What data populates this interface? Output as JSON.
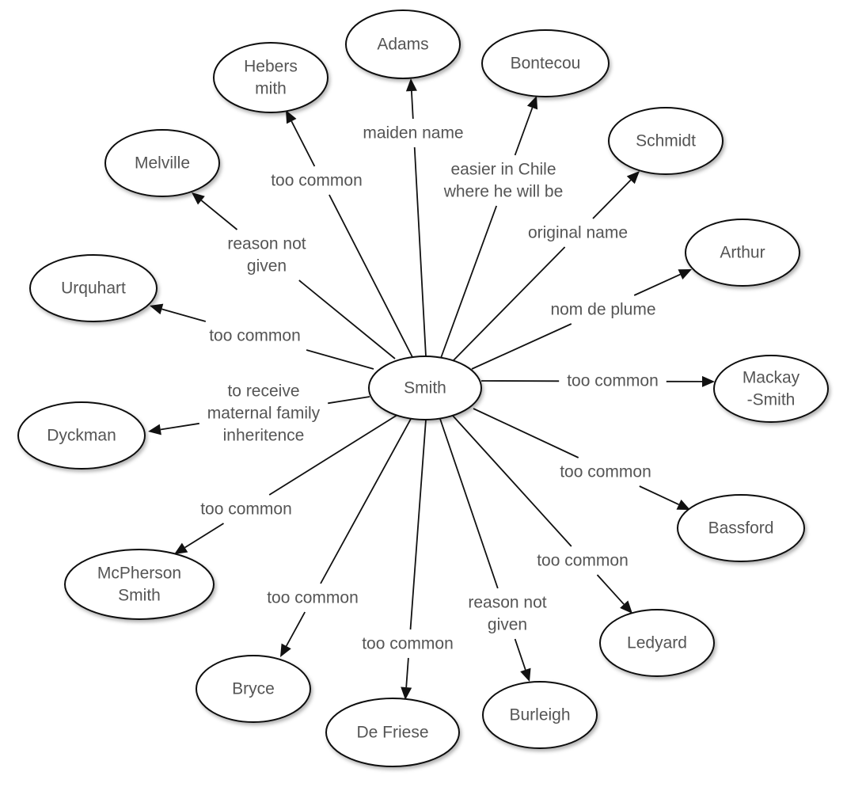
{
  "diagram": {
    "center": {
      "id": "smith",
      "lines": [
        "Smith"
      ]
    },
    "nodes": [
      {
        "id": "adams",
        "lines": [
          "Adams"
        ],
        "relation": [
          "maiden name"
        ]
      },
      {
        "id": "bontecou",
        "lines": [
          "Bontecou"
        ],
        "relation": [
          "easier in Chile",
          "where he will be"
        ]
      },
      {
        "id": "schmidt",
        "lines": [
          "Schmidt"
        ],
        "relation": [
          "original name"
        ]
      },
      {
        "id": "arthur",
        "lines": [
          "Arthur"
        ],
        "relation": [
          "nom de plume"
        ]
      },
      {
        "id": "mackay-smith",
        "lines": [
          "Mackay",
          "-Smith"
        ],
        "relation": [
          "too common"
        ]
      },
      {
        "id": "bassford",
        "lines": [
          "Bassford"
        ],
        "relation": [
          "too common"
        ]
      },
      {
        "id": "ledyard",
        "lines": [
          "Ledyard"
        ],
        "relation": [
          "too common"
        ]
      },
      {
        "id": "burleigh",
        "lines": [
          "Burleigh"
        ],
        "relation": [
          "reason not",
          "given"
        ]
      },
      {
        "id": "de-friese",
        "lines": [
          "De Friese"
        ],
        "relation": [
          "too common"
        ]
      },
      {
        "id": "bryce",
        "lines": [
          "Bryce"
        ],
        "relation": [
          "too common"
        ]
      },
      {
        "id": "mcpherson-smith",
        "lines": [
          "McPherson",
          "Smith"
        ],
        "relation": [
          "too common"
        ]
      },
      {
        "id": "dyckman",
        "lines": [
          "Dyckman"
        ],
        "relation": [
          "to receive",
          "maternal family",
          "inheritence"
        ]
      },
      {
        "id": "urquhart",
        "lines": [
          "Urquhart"
        ],
        "relation": [
          "too common"
        ]
      },
      {
        "id": "melville",
        "lines": [
          "Melville"
        ],
        "relation": [
          "reason not",
          "given"
        ]
      },
      {
        "id": "hebersmith",
        "lines": [
          "Hebers",
          "mith"
        ],
        "relation": [
          "too common"
        ]
      }
    ]
  }
}
